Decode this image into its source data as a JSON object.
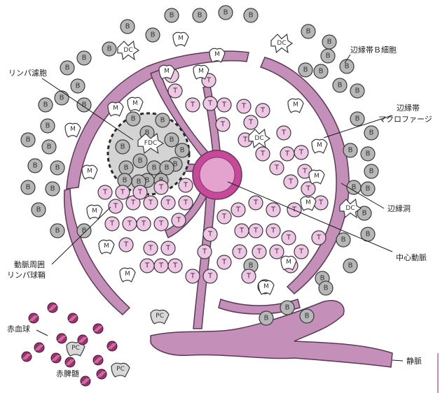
{
  "labels": {
    "lymphatic_sheath_top": "リンパ濾胞",
    "marginal_b": "辺縁帯Ｂ細胞",
    "marginal_macrophage_1": "辺縁帯",
    "marginal_macrophage_2": "マクロファージ",
    "marginal_sinus": "辺縁洞",
    "central_artery": "中心動脈",
    "pals_1": "動脈周囲",
    "pals_2": "リンパ球鞘",
    "rbc": "赤血球",
    "red_pulp": "赤脾髄",
    "vein": "静脈"
  },
  "cell_letters": {
    "b": "B",
    "t": "T",
    "m": "M",
    "dc": "DC",
    "fdc": "FDC",
    "pc": "PC"
  },
  "colors": {
    "vessel": "#c48fb8",
    "vessel_stroke": "#5a3a55",
    "b_cell": "#b7b7b7",
    "t_cell": "#efc6e3",
    "m_cell": "#ffffff",
    "artery": "#c8489a",
    "rbc": "#a1306f",
    "follicle": "#d4d4d4",
    "stroke": "#3a3a3a"
  }
}
